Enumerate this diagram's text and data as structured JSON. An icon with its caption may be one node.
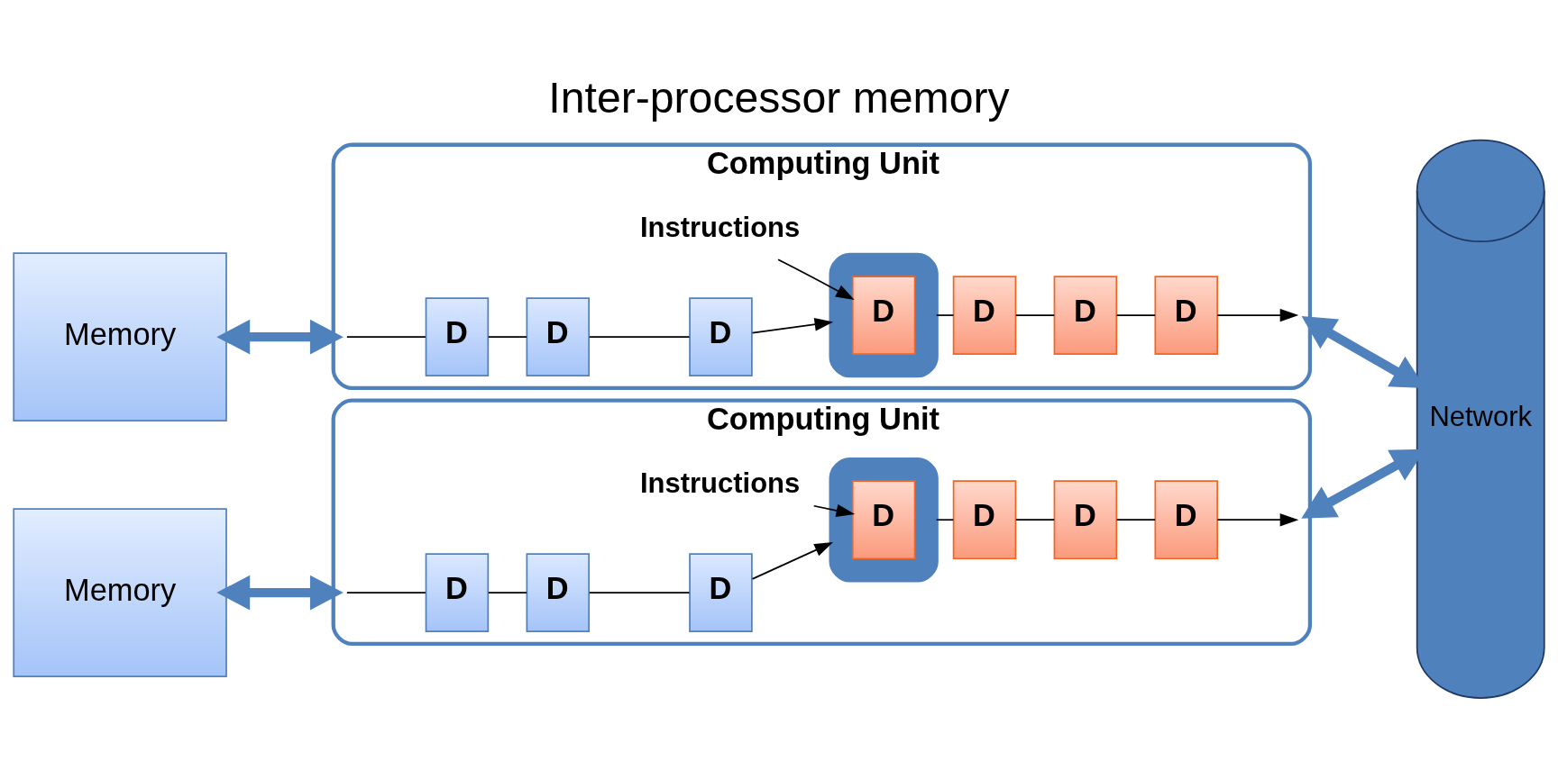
{
  "diagram": {
    "title": "Inter-processor memory",
    "nodes": [
      {
        "text": [
          "Memory"
        ]
      },
      {
        "text": [
          "Computing Unit"
        ]
      },
      {
        "text": [
          "D"
        ],
        "in": 1
      },
      {
        "text": [
          "D"
        ],
        "in": 1
      },
      {
        "text": [
          "D"
        ],
        "in": 1
      },
      {
        "text": [],
        "shape": "box",
        "in": 1
      },
      {
        "text": [
          "D"
        ],
        "in": 5
      },
      {
        "text": [
          "D"
        ],
        "in": 1
      },
      {
        "text": [
          "D"
        ],
        "in": 1
      },
      {
        "text": [
          "D"
        ],
        "in": 1
      },
      {
        "text": [
          "Instructions"
        ],
        "in": 1
      },
      {
        "text": [
          "Memory"
        ]
      },
      {
        "text": [
          "Computing Unit"
        ]
      },
      {
        "text": [
          "D"
        ],
        "in": 12
      },
      {
        "text": [
          "D"
        ],
        "in": 12
      },
      {
        "text": [
          "D"
        ],
        "in": 12
      },
      {
        "text": [],
        "shape": "box",
        "in": 12
      },
      {
        "text": [
          "D"
        ],
        "in": 16
      },
      {
        "text": [
          "D"
        ],
        "in": 12
      },
      {
        "text": [
          "D"
        ],
        "in": 12
      },
      {
        "text": [
          "D"
        ],
        "in": 12
      },
      {
        "text": [
          "Instructions"
        ],
        "in": 12
      },
      {
        "text": [
          "Network"
        ]
      }
    ],
    "edges": [
      {
        "from": 0,
        "to": 1,
        "arrow": "both",
        "style": "thick",
        "color": "#4f81bd"
      },
      {
        "from": null,
        "to": 2,
        "arrow": "none"
      },
      {
        "from": 2,
        "to": 3,
        "arrow": "none"
      },
      {
        "from": 3,
        "to": 4,
        "arrow": "none"
      },
      {
        "from": 4,
        "to": 5,
        "arrow": "to"
      },
      {
        "from": 5,
        "to": 7,
        "arrow": "none"
      },
      {
        "from": 7,
        "to": 8,
        "arrow": "none"
      },
      {
        "from": 8,
        "to": 9,
        "arrow": "none"
      },
      {
        "from": 9,
        "to": null,
        "arrow": "to"
      },
      {
        "from": 10,
        "to": 6,
        "arrow": "to"
      },
      {
        "from": 1,
        "to": 22,
        "arrow": "both",
        "style": "thick",
        "color": "#4f81bd"
      },
      {
        "from": 11,
        "to": 12,
        "arrow": "both",
        "style": "thick",
        "color": "#4f81bd"
      },
      {
        "from": null,
        "to": 13,
        "arrow": "none"
      },
      {
        "from": 13,
        "to": 14,
        "arrow": "none"
      },
      {
        "from": 14,
        "to": 15,
        "arrow": "none"
      },
      {
        "from": 15,
        "to": 16,
        "arrow": "to"
      },
      {
        "from": 16,
        "to": 18,
        "arrow": "none"
      },
      {
        "from": 18,
        "to": 19,
        "arrow": "none"
      },
      {
        "from": 19,
        "to": 20,
        "arrow": "none"
      },
      {
        "from": 20,
        "to": null,
        "arrow": "to"
      },
      {
        "from": 21,
        "to": 17,
        "arrow": "to"
      },
      {
        "from": 12,
        "to": 22,
        "arrow": "both",
        "style": "thick",
        "color": "#4f81bd"
      }
    ]
  }
}
